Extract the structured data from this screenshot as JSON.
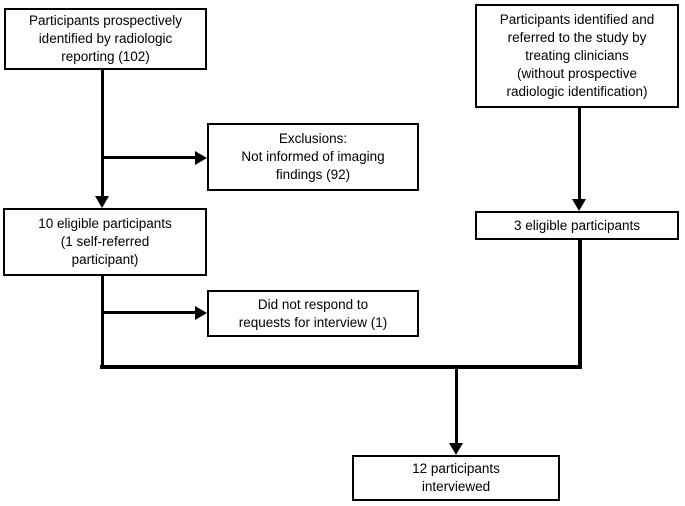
{
  "colors": {
    "line": "#000000",
    "box_border": "#000000",
    "box_bg": "#ffffff",
    "text": "#000000",
    "page_bg": "#ffffff"
  },
  "nodes": {
    "prospective": {
      "text": "Participants prospectively\nidentified by radiologic\nreporting (102)"
    },
    "clinician_referred": {
      "text": "Participants identified and\nreferred to the study by\ntreating clinicians\n(without prospective\nradiologic identification)"
    },
    "exclusions": {
      "text": "Exclusions:\nNot informed of imaging\nfindings (92)"
    },
    "eligible_prospective": {
      "text": "10 eligible participants\n(1 self-referred\nparticipant)"
    },
    "eligible_clinician": {
      "text": "3 eligible participants"
    },
    "no_response": {
      "text": "Did not respond to\nrequests for interview (1)"
    },
    "interviewed": {
      "text": "12 participants\ninterviewed"
    }
  }
}
